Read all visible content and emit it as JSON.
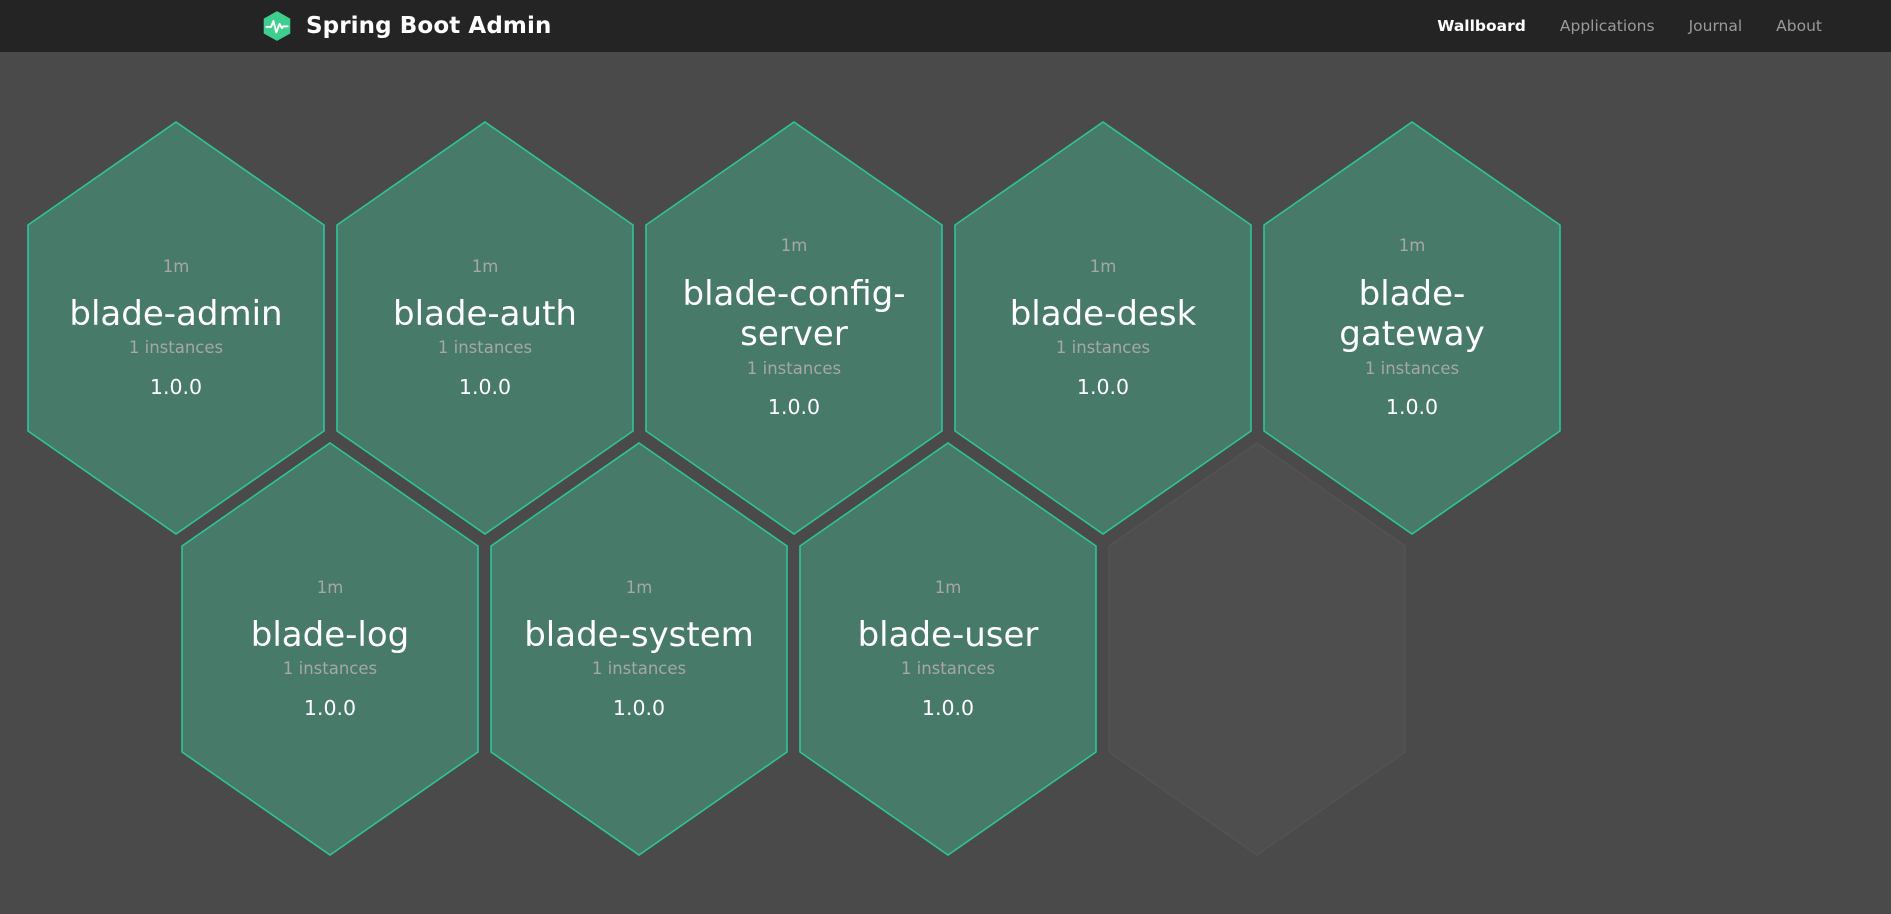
{
  "app": {
    "title": "Spring Boot Admin",
    "logo_icon": "heartbeat-hexagon-icon",
    "brand_color": "#3ecf8e",
    "navbar_color": "#242424",
    "background_color": "#4a4a4a",
    "hex_fill_color": "#477a68",
    "hex_border_color": "#2ec49a",
    "empty_hex_fill_color": "#4e4e4e"
  },
  "nav": {
    "items": [
      {
        "label": "Wallboard",
        "active": true
      },
      {
        "label": "Applications",
        "active": false
      },
      {
        "label": "Journal",
        "active": false
      },
      {
        "label": "About",
        "active": false
      }
    ]
  },
  "wallboard": {
    "rows": [
      {
        "tiles": [
          {
            "status": "1m",
            "name": "blade-admin",
            "instances": "1 instances",
            "version": "1.0.0",
            "empty": false
          },
          {
            "status": "1m",
            "name": "blade-auth",
            "instances": "1 instances",
            "version": "1.0.0",
            "empty": false
          },
          {
            "status": "1m",
            "name": "blade-config-server",
            "instances": "1 instances",
            "version": "1.0.0",
            "empty": false
          },
          {
            "status": "1m",
            "name": "blade-desk",
            "instances": "1 instances",
            "version": "1.0.0",
            "empty": false
          },
          {
            "status": "1m",
            "name": "blade-gateway",
            "instances": "1 instances",
            "version": "1.0.0",
            "empty": false
          }
        ]
      },
      {
        "tiles": [
          {
            "status": "1m",
            "name": "blade-log",
            "instances": "1 instances",
            "version": "1.0.0",
            "empty": false
          },
          {
            "status": "1m",
            "name": "blade-system",
            "instances": "1 instances",
            "version": "1.0.0",
            "empty": false
          },
          {
            "status": "1m",
            "name": "blade-user",
            "instances": "1 instances",
            "version": "1.0.0",
            "empty": false
          },
          {
            "status": "",
            "name": "",
            "instances": "",
            "version": "",
            "empty": true
          }
        ]
      }
    ]
  }
}
